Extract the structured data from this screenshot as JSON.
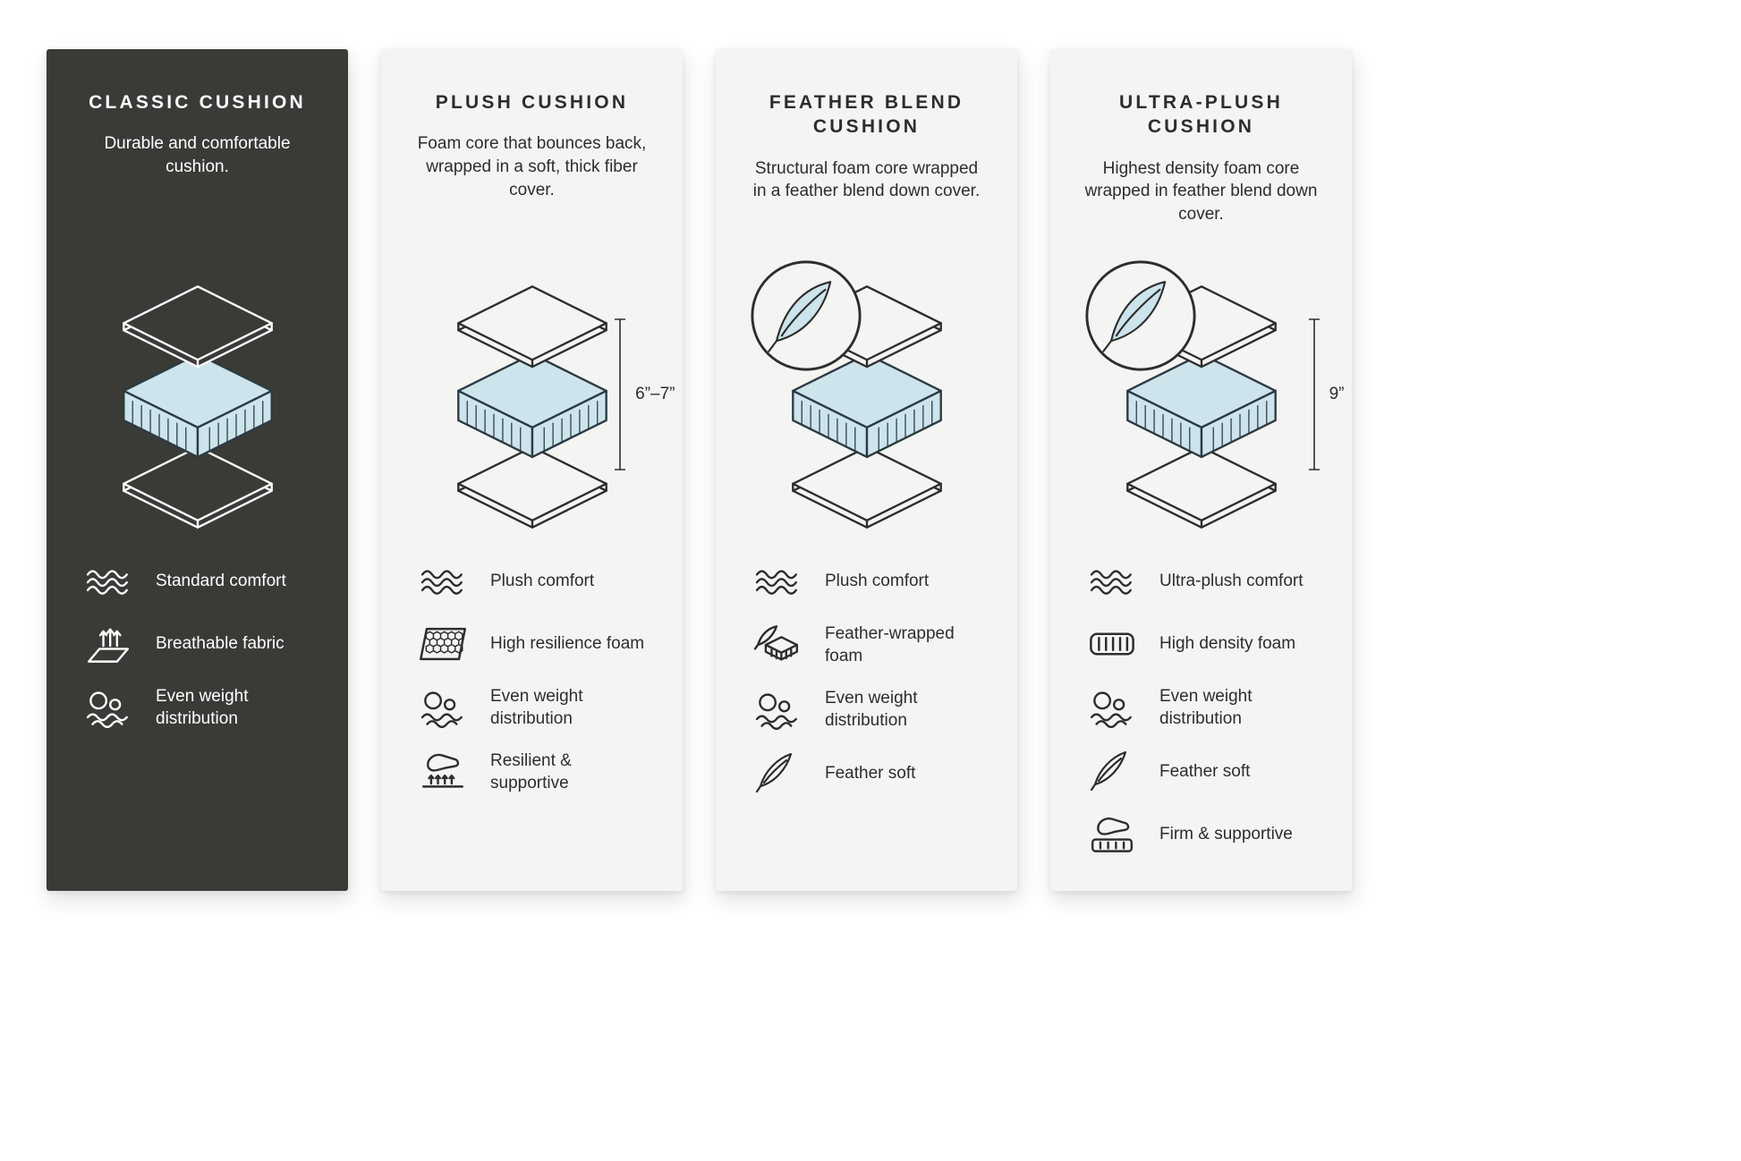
{
  "colors": {
    "page_background": "#ffffff",
    "dark_card_background": "#3a3a37",
    "light_card_background": "#f4f4f2",
    "foam_fill": "#cde4ec",
    "ink_dark": "#2d2d2c",
    "ink_light": "#ffffff"
  },
  "cards": [
    {
      "title": "CLASSIC CUSHION",
      "description": "Durable and comfortable cushion.",
      "theme": "dark",
      "diagram": {
        "type": "exploded-cushion-layers",
        "feather_badge": false,
        "measurement": null
      },
      "features": [
        {
          "icon": "waves-comfort-icon",
          "label": "Standard comfort"
        },
        {
          "icon": "breathable-fabric-icon",
          "label": "Breathable fabric"
        },
        {
          "icon": "even-weight-icon",
          "label": "Even weight distribution"
        }
      ]
    },
    {
      "title": "PLUSH CUSHION",
      "description": "Foam core that bounces back, wrapped in a soft, thick fiber cover.",
      "theme": "light",
      "diagram": {
        "type": "exploded-cushion-layers",
        "feather_badge": false,
        "measurement": "6”–7”"
      },
      "features": [
        {
          "icon": "waves-comfort-icon",
          "label": "Plush comfort"
        },
        {
          "icon": "honeycomb-foam-icon",
          "label": "High resilience foam"
        },
        {
          "icon": "even-weight-icon",
          "label": "Even weight distribution"
        },
        {
          "icon": "hand-press-icon",
          "label": "Resilient & supportive"
        }
      ]
    },
    {
      "title": "FEATHER BLEND CUSHION",
      "description": "Structural foam core wrapped in a feather blend down cover.",
      "theme": "light",
      "diagram": {
        "type": "exploded-cushion-layers",
        "feather_badge": true,
        "measurement": null
      },
      "features": [
        {
          "icon": "waves-comfort-icon",
          "label": "Plush comfort"
        },
        {
          "icon": "feather-foam-icon",
          "label": "Feather-wrapped foam"
        },
        {
          "icon": "even-weight-icon",
          "label": "Even weight distribution"
        },
        {
          "icon": "feather-icon",
          "label": "Feather soft"
        }
      ]
    },
    {
      "title": "ULTRA-PLUSH CUSHION",
      "description": "Highest density foam core wrapped in feather blend down cover.",
      "theme": "light",
      "diagram": {
        "type": "exploded-cushion-layers",
        "feather_badge": true,
        "measurement": "9”"
      },
      "features": [
        {
          "icon": "waves-comfort-icon",
          "label": "Ultra-plush comfort"
        },
        {
          "icon": "density-foam-icon",
          "label": "High density foam"
        },
        {
          "icon": "even-weight-icon",
          "label": "Even weight distribution"
        },
        {
          "icon": "feather-icon",
          "label": "Feather soft"
        },
        {
          "icon": "firm-hand-icon",
          "label": "Firm & supportive"
        }
      ]
    }
  ]
}
